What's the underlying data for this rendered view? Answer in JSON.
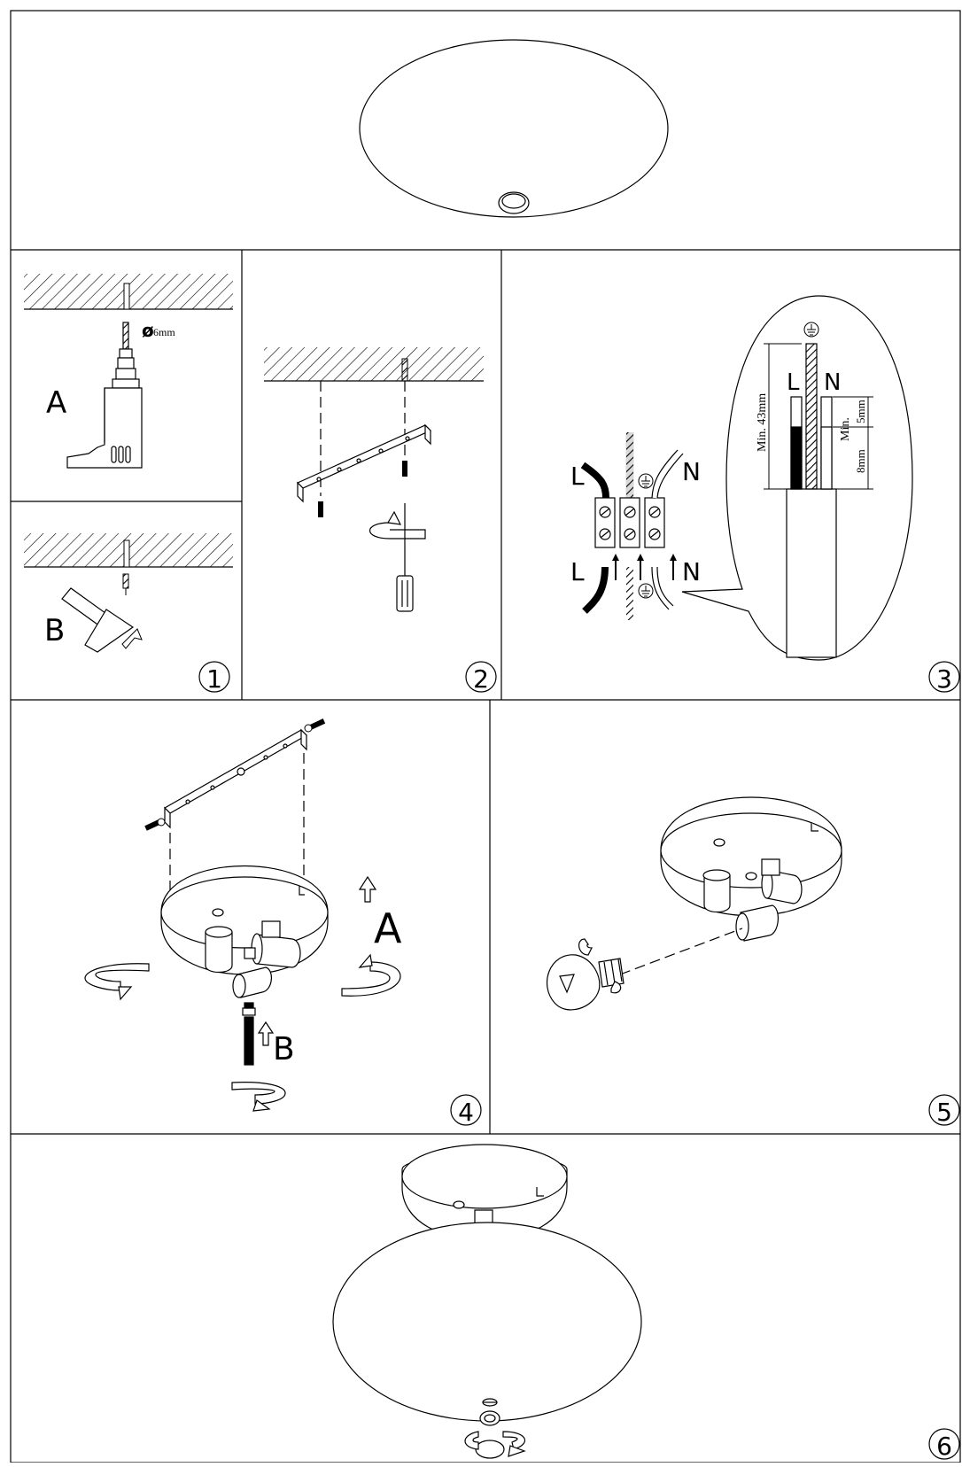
{
  "panels": {
    "step1": {
      "number": "1",
      "label_a": "A",
      "label_b": "B",
      "drill_diameter": "6mm"
    },
    "step2": {
      "number": "2"
    },
    "step3": {
      "number": "3",
      "label_l_top": "L",
      "label_n_top": "N",
      "label_l_bottom": "L",
      "label_n_bottom": "N",
      "detail_l": "L",
      "detail_n": "N",
      "dim_total": "Min. 43mm",
      "dim_min": "Min.",
      "dim_5mm": "5mm",
      "dim_8mm": "8mm"
    },
    "step4": {
      "number": "4",
      "label_a": "A",
      "label_b": "B"
    },
    "step5": {
      "number": "5"
    },
    "step6": {
      "number": "6"
    }
  },
  "icons": {
    "earth": "earth-ground-icon",
    "rotate": "rotate-arrow-icon",
    "up_arrow": "up-arrow-icon"
  }
}
